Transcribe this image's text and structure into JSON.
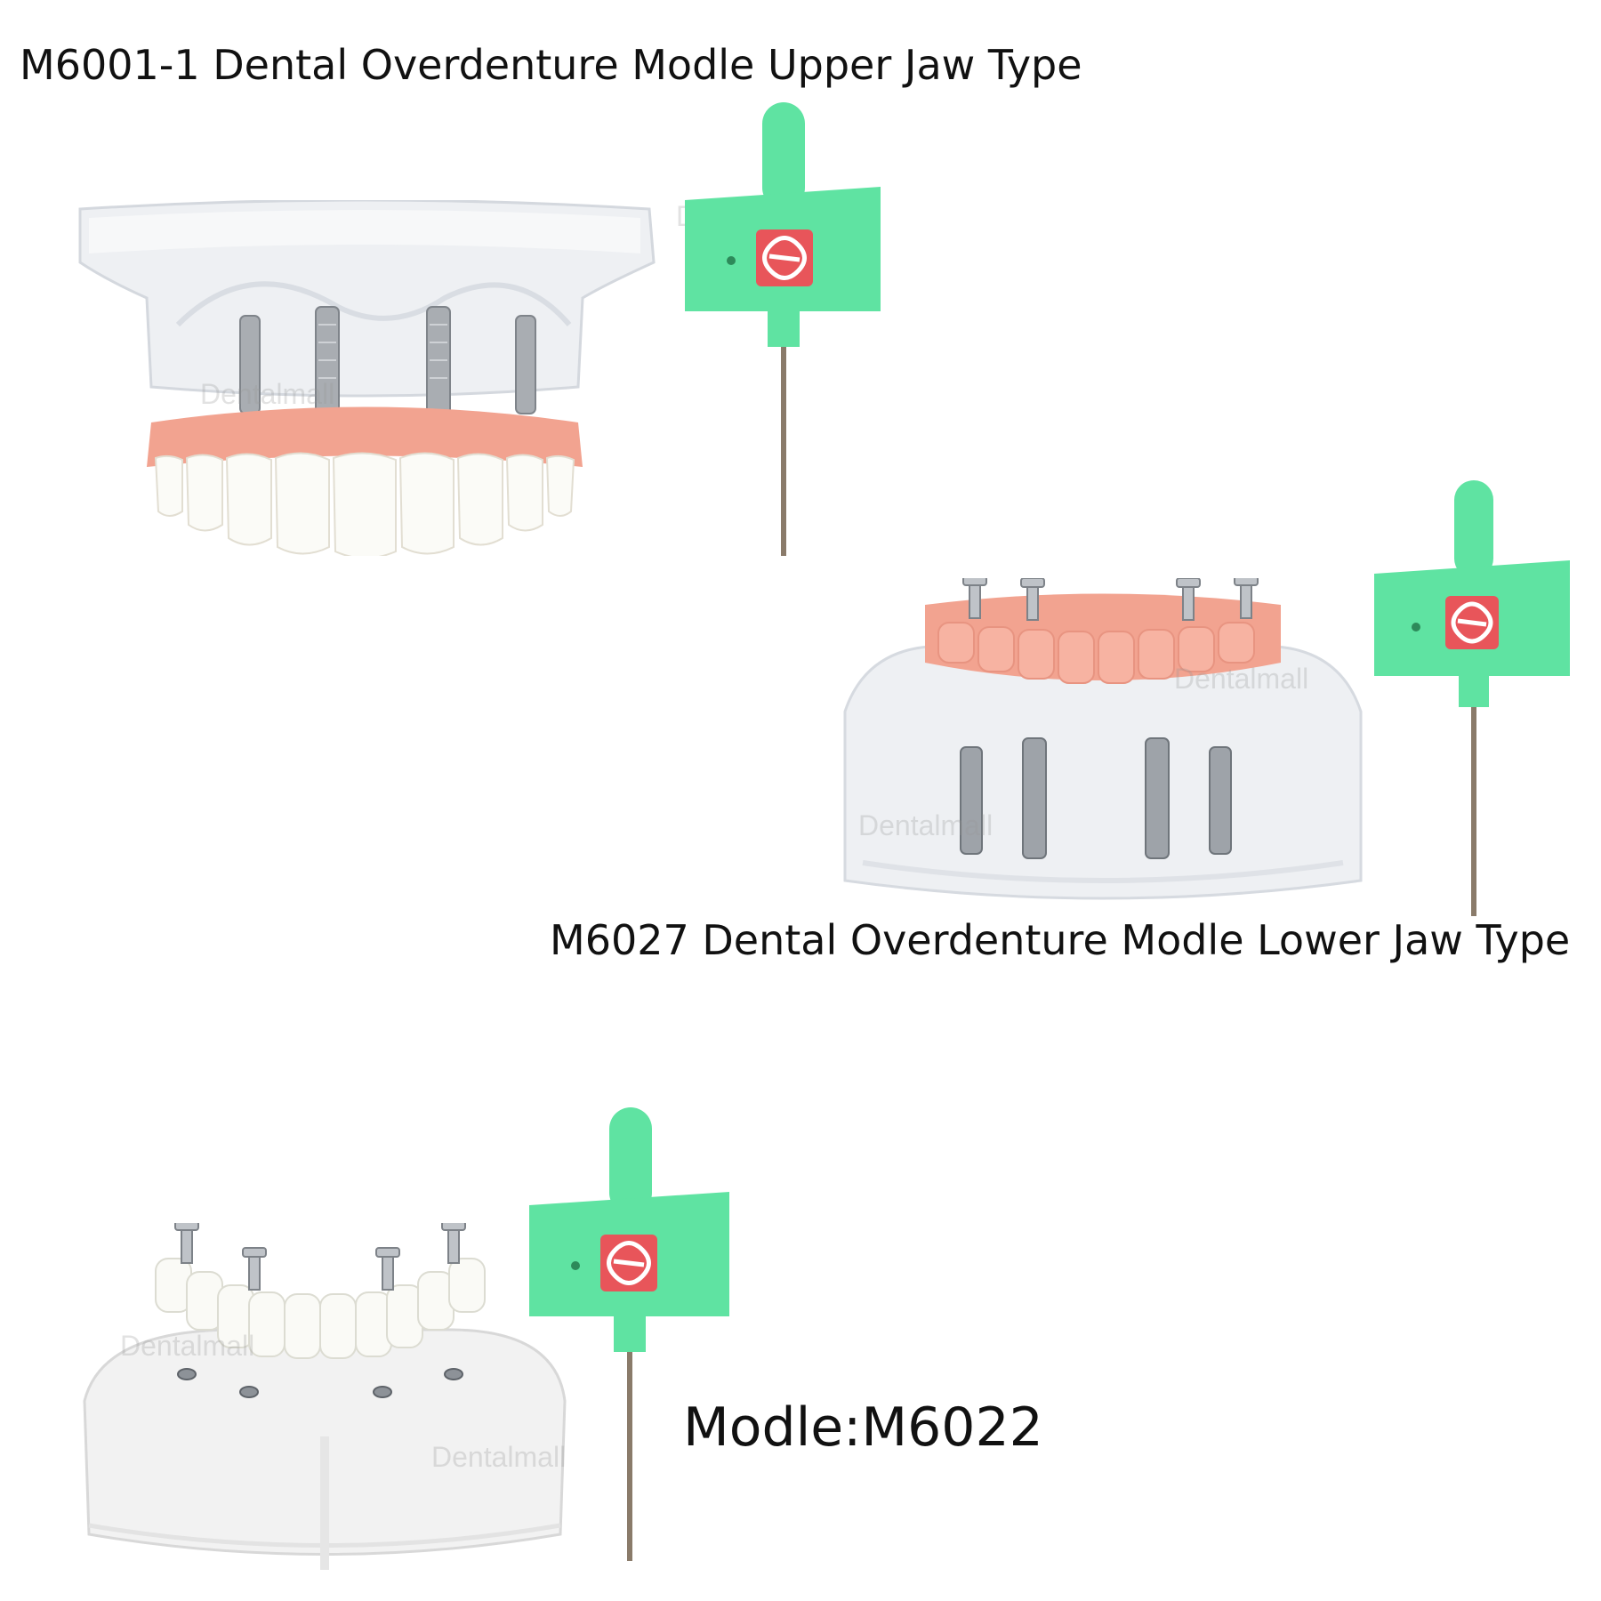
{
  "captions": {
    "upper": "M6001-1 Dental Overdenture Modle Upper Jaw Type",
    "lower": "M6027 Dental Overdenture Modle Lower Jaw Type",
    "model": "Modle:M6022"
  },
  "watermark": "Dentalmall",
  "colors": {
    "background": "#ffffff",
    "gum": "#f2a390",
    "tool_handle": "#5fe3a2",
    "logo": "#e8555a",
    "implant": "#a9adb2",
    "white_base": "#f2f2f2"
  },
  "icons": {
    "tool": "screwdriver-icon",
    "logo": "knot-logo-icon"
  }
}
